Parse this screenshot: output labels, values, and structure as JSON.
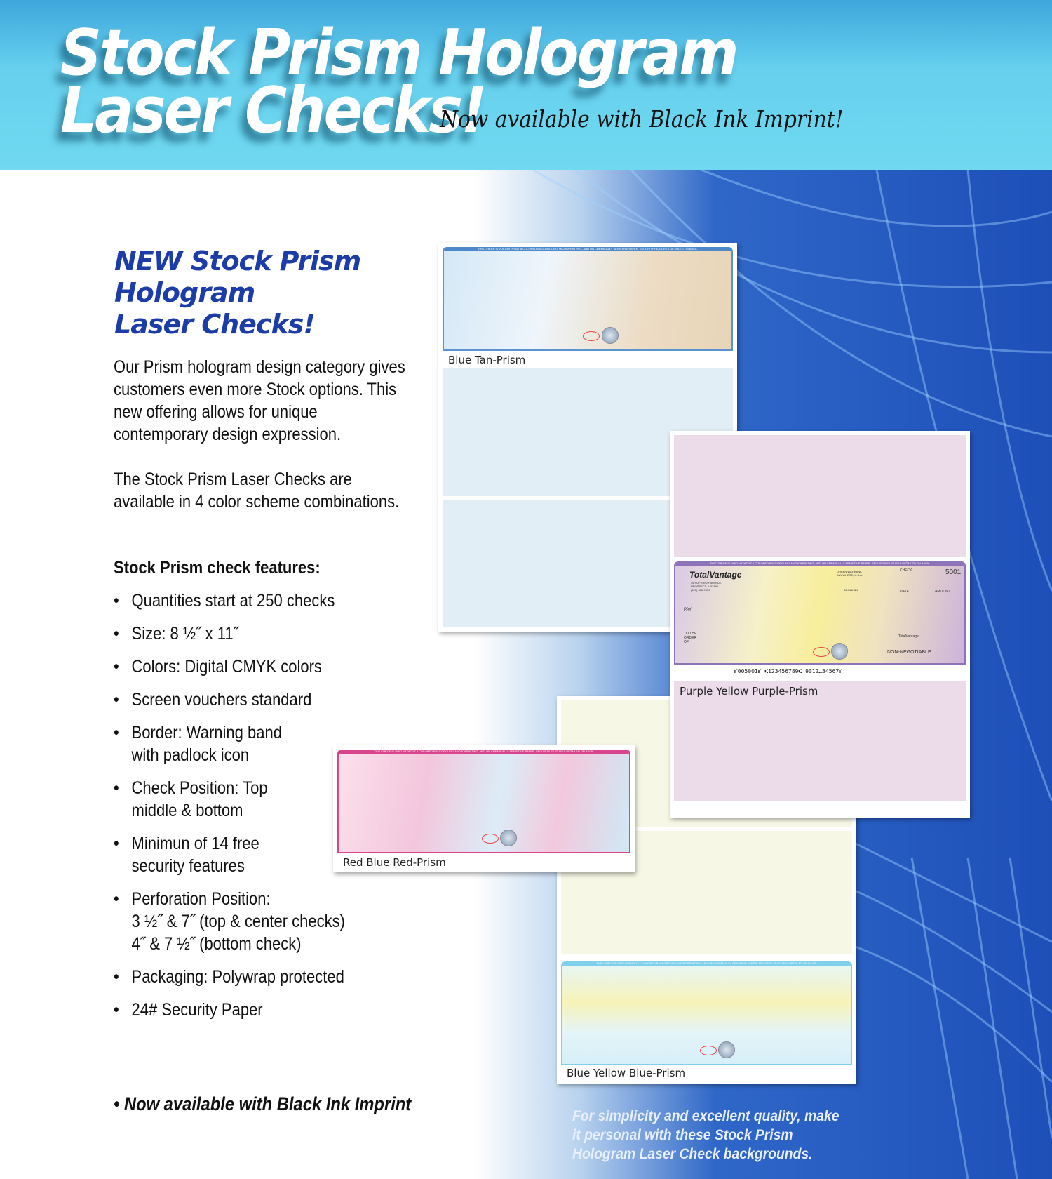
{
  "header": {
    "title_line1": "Stock Prism Hologram",
    "title_line2": "Laser Checks!",
    "subtitle": "Now available with Black Ink Imprint!"
  },
  "intro": {
    "heading": [
      "NEW Stock Prism",
      "Hologram",
      "Laser Checks!"
    ],
    "paragraph1": "Our Prism hologram design category gives customers even more Stock options. This new offering allows for unique contemporary design expression.",
    "paragraph2": "The Stock Prism Laser Checks are available in 4 color scheme combinations."
  },
  "features": {
    "title": "Stock Prism check features:",
    "items": [
      "Quantities start at 250 checks",
      "Size: 8 ½˝ x 11˝",
      "Colors: Digital CMYK colors",
      "Screen vouchers standard",
      "Border: Warning band\nwith padlock icon",
      "Check Position: Top\nmiddle & bottom",
      "Minimun of 14 free\nsecurity features",
      "Perforation Position:\n3 ½˝ & 7˝ (top & center checks)\n4˝ & 7 ½˝ (bottom check)",
      "Packaging: Polywrap protected",
      "24# Security Paper"
    ]
  },
  "bottom_left": "• Now available with Black Ink Imprint",
  "bottom_right": "For simplicity and excellent quality, make it personal with these Stock Prism Hologram Laser Check backgrounds.",
  "checks": {
    "warning_band": "THIS CHECK IS VOID WITHOUT A COLORED BACKGROUND, MICROPRINTING, AND ON CHEMICALLY SENSITIVE PAPER. SECURITY FEATURES DETAILED ON BACK.",
    "blue_tan": "Blue Tan-Prism",
    "purple_yellow": "Purple Yellow Purple-Prism",
    "red_blue": "Red Blue Red-Prism",
    "blue_yellow": "Blue Yellow Blue-Prism",
    "sample": {
      "company": "TotalVantage",
      "address": "45 SUPERIOR AVENUE\nPROSPECT, IL 97890\n(123) 456-7890",
      "bank": "GREEN WAY BANK\nANYWHERE, U.S.A.",
      "fraction": "12-345/321",
      "check_label": "CHECK",
      "check_number": "5001",
      "date": "DATE",
      "amount": "AMOUNT",
      "pay": "PAY",
      "to_order": "TO THE\nORDER\nOF",
      "signer": "TotalVantage",
      "non_negotiable": "NON-NEGOTIABLE",
      "micr": "⑈005001⑈ ⑆123456789⑆ 9012⑉34567⑈"
    }
  },
  "colors": {
    "header": "#6fd6ef",
    "heading_blue": "#1c3da8",
    "background_blue": "#1d4fb8"
  }
}
